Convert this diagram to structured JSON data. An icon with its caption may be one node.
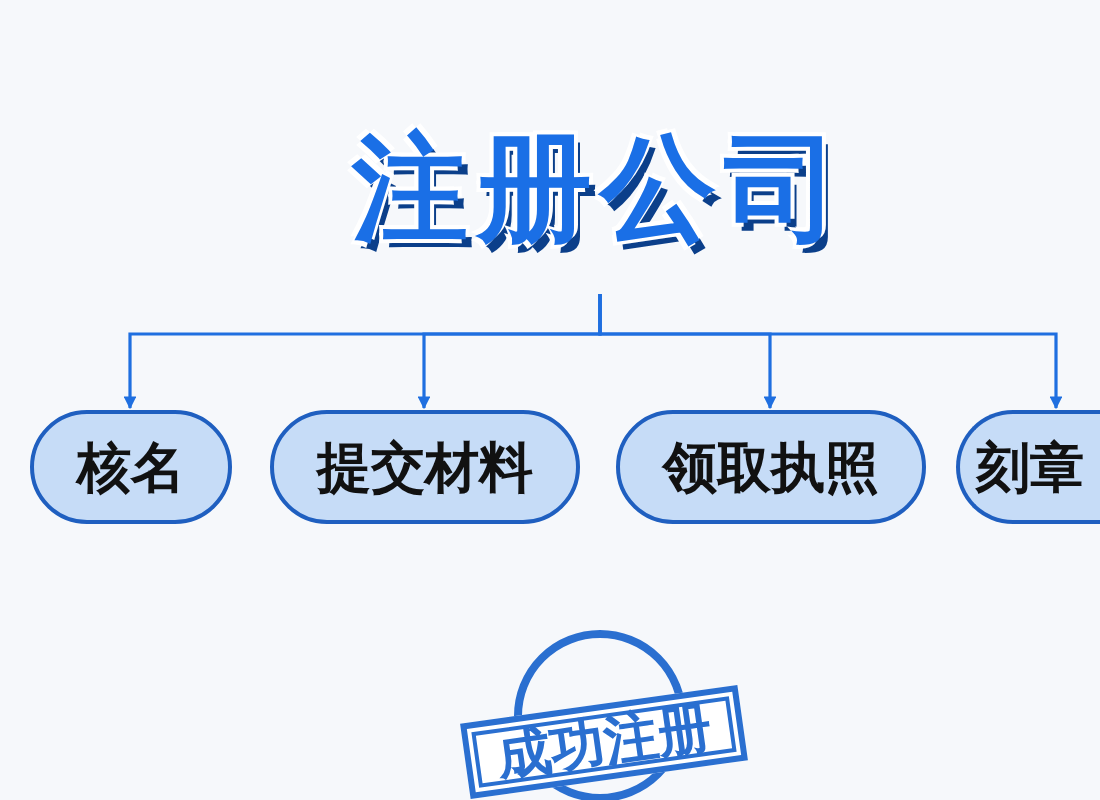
{
  "diagram": {
    "nodes": [
      {
        "text": [
          "注册公司"
        ]
      },
      {
        "text": [
          "核名"
        ]
      },
      {
        "text": [
          "提交材料"
        ]
      },
      {
        "text": [
          "领取执照"
        ]
      },
      {
        "text": [
          "刻章"
        ]
      },
      {
        "text": [
          "成功注册"
        ]
      }
    ],
    "edges": [
      {
        "from": 0,
        "to": 1,
        "arrow": "to"
      },
      {
        "from": 0,
        "to": 2,
        "arrow": "to"
      },
      {
        "from": 0,
        "to": 3,
        "arrow": "to"
      },
      {
        "from": 0,
        "to": 4,
        "arrow": "to"
      }
    ]
  }
}
